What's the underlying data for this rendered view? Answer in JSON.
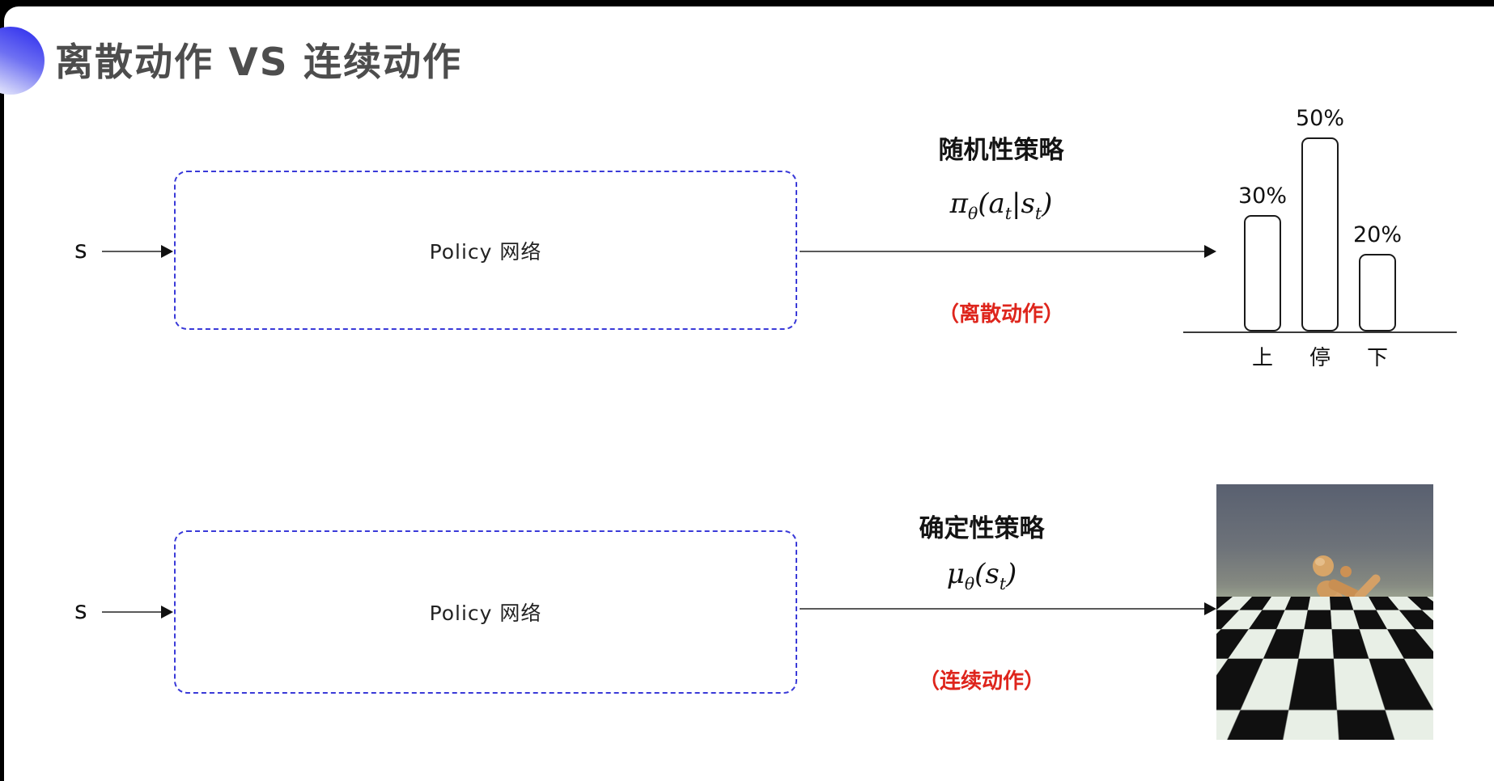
{
  "frame": {
    "edge_color": "#000000",
    "background": "#ffffff"
  },
  "header": {
    "title": "离散动作 VS 连续动作",
    "title_color": "#4d4d4d",
    "accent": {
      "from": "#3434ee",
      "to": "#e2e4fb"
    }
  },
  "top_flow": {
    "input_label": "s",
    "policy_box_label": "Policy 网络",
    "policy_type_title": "随机性策略",
    "formula": {
      "base": "π",
      "base_sub": "θ",
      "open": "(",
      "arg1": "a",
      "arg1_sub": "t",
      "sep": "|",
      "arg2": "s",
      "arg2_sub": "t",
      "close": ")"
    },
    "action_note": "（离散动作）",
    "action_note_color": "#de251c"
  },
  "chart_data": {
    "type": "bar",
    "categories": [
      "上",
      "停",
      "下"
    ],
    "values": [
      30,
      50,
      20
    ],
    "value_labels": [
      "30%",
      "50%",
      "20%"
    ],
    "title": "",
    "xlabel": "",
    "ylabel": "",
    "ylim": [
      0,
      55
    ],
    "grid": false,
    "legend": false,
    "bar_style": {
      "fill": "#ffffff",
      "border": "#1a1a1a",
      "radius": 9
    }
  },
  "bottom_flow": {
    "input_label": "s",
    "policy_box_label": "Policy 网络",
    "policy_type_title": "确定性策略",
    "formula": {
      "base": "μ",
      "base_sub": "θ",
      "open": "(",
      "arg1": "s",
      "arg1_sub": "t",
      "close": ")"
    },
    "action_note": "（连续动作）",
    "action_note_color": "#de251c"
  },
  "sim_image": {
    "label": "humanoid-robot-simulation-render",
    "sky_top": "#596070",
    "sky_horizon": "#949a8c",
    "floor_dark": "#101010",
    "floor_light": "#e8efe6",
    "body_color": "#cf9257"
  },
  "diagram_colors": {
    "dashed_box": "#3a3ad8",
    "arrow_shaft": "#5a5a5a",
    "arrow_head": "#111111",
    "text": "#141414"
  }
}
